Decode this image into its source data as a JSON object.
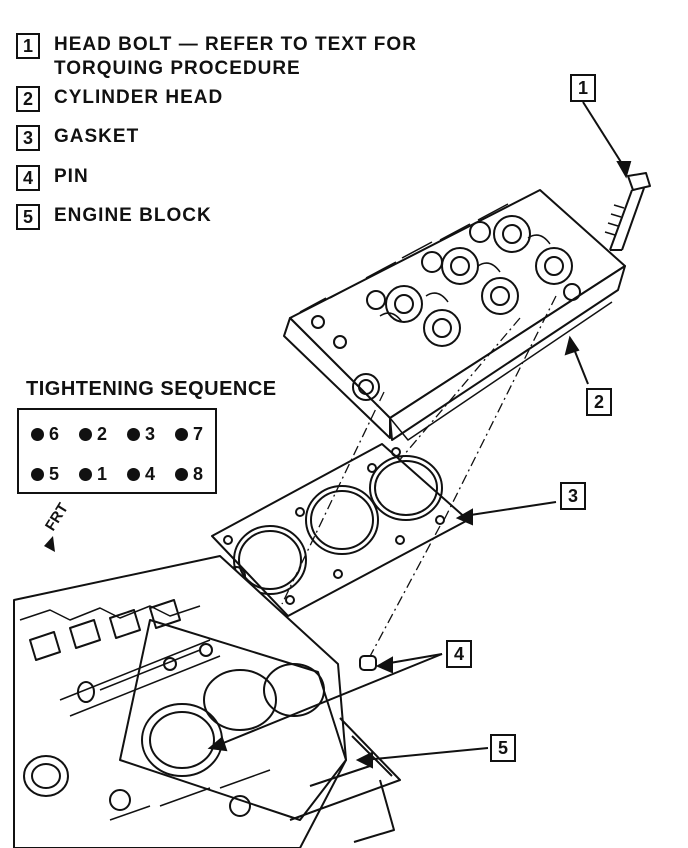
{
  "legend": [
    {
      "num": "1",
      "label": "HEAD BOLT — REFER TO TEXT FOR\nTORQUING PROCEDURE"
    },
    {
      "num": "2",
      "label": "CYLINDER HEAD"
    },
    {
      "num": "3",
      "label": "GASKET"
    },
    {
      "num": "4",
      "label": "PIN"
    },
    {
      "num": "5",
      "label": "ENGINE BLOCK"
    }
  ],
  "callouts": [
    "1",
    "2",
    "3",
    "4",
    "5"
  ],
  "tightening_sequence": {
    "title": "TIGHTENING SEQUENCE",
    "top_row": [
      "6",
      "2",
      "3",
      "7"
    ],
    "bottom_row": [
      "5",
      "1",
      "4",
      "8"
    ]
  },
  "direction_label": "FRT",
  "colors": {
    "ink": "#111111",
    "paper": "#ffffff"
  }
}
